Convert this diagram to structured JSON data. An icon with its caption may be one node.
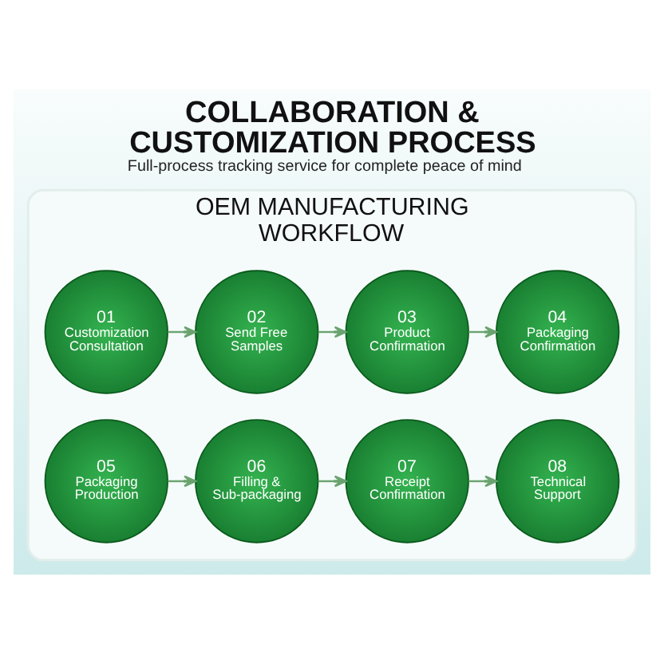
{
  "diagram": {
    "title": "COLLABORATION & CUSTOMIZATION PROCESS",
    "caption": "Full-process tracking service for complete peace of mind",
    "nodes": [
      {
        "text": [
          "OEM MANUFACTURING WORKFLOW"
        ]
      },
      {
        "text": [
          "01",
          "Customization Consultation"
        ],
        "in": 0
      },
      {
        "text": [
          "02",
          "Send Free Samples"
        ],
        "in": 0
      },
      {
        "text": [
          "03",
          "Product Confirmation"
        ],
        "in": 0
      },
      {
        "text": [
          "04",
          "Packaging Confirmation"
        ],
        "in": 0
      },
      {
        "text": [
          "05",
          "Packaging Production"
        ],
        "in": 0
      },
      {
        "text": [
          "06",
          "Filling & Sub-packaging"
        ],
        "in": 0
      },
      {
        "text": [
          "07",
          "Receipt Confirmation"
        ],
        "in": 0
      },
      {
        "text": [
          "08",
          "Technical Support"
        ],
        "in": 0
      }
    ],
    "edges": [
      {
        "from": 1,
        "to": 2,
        "arrow": "to"
      },
      {
        "from": 2,
        "to": 3,
        "arrow": "to"
      },
      {
        "from": 3,
        "to": 4,
        "arrow": "to"
      },
      {
        "from": 5,
        "to": 6,
        "arrow": "to"
      },
      {
        "from": 6,
        "to": 7,
        "arrow": "to"
      },
      {
        "from": 7,
        "to": 8,
        "arrow": "to"
      }
    ]
  }
}
